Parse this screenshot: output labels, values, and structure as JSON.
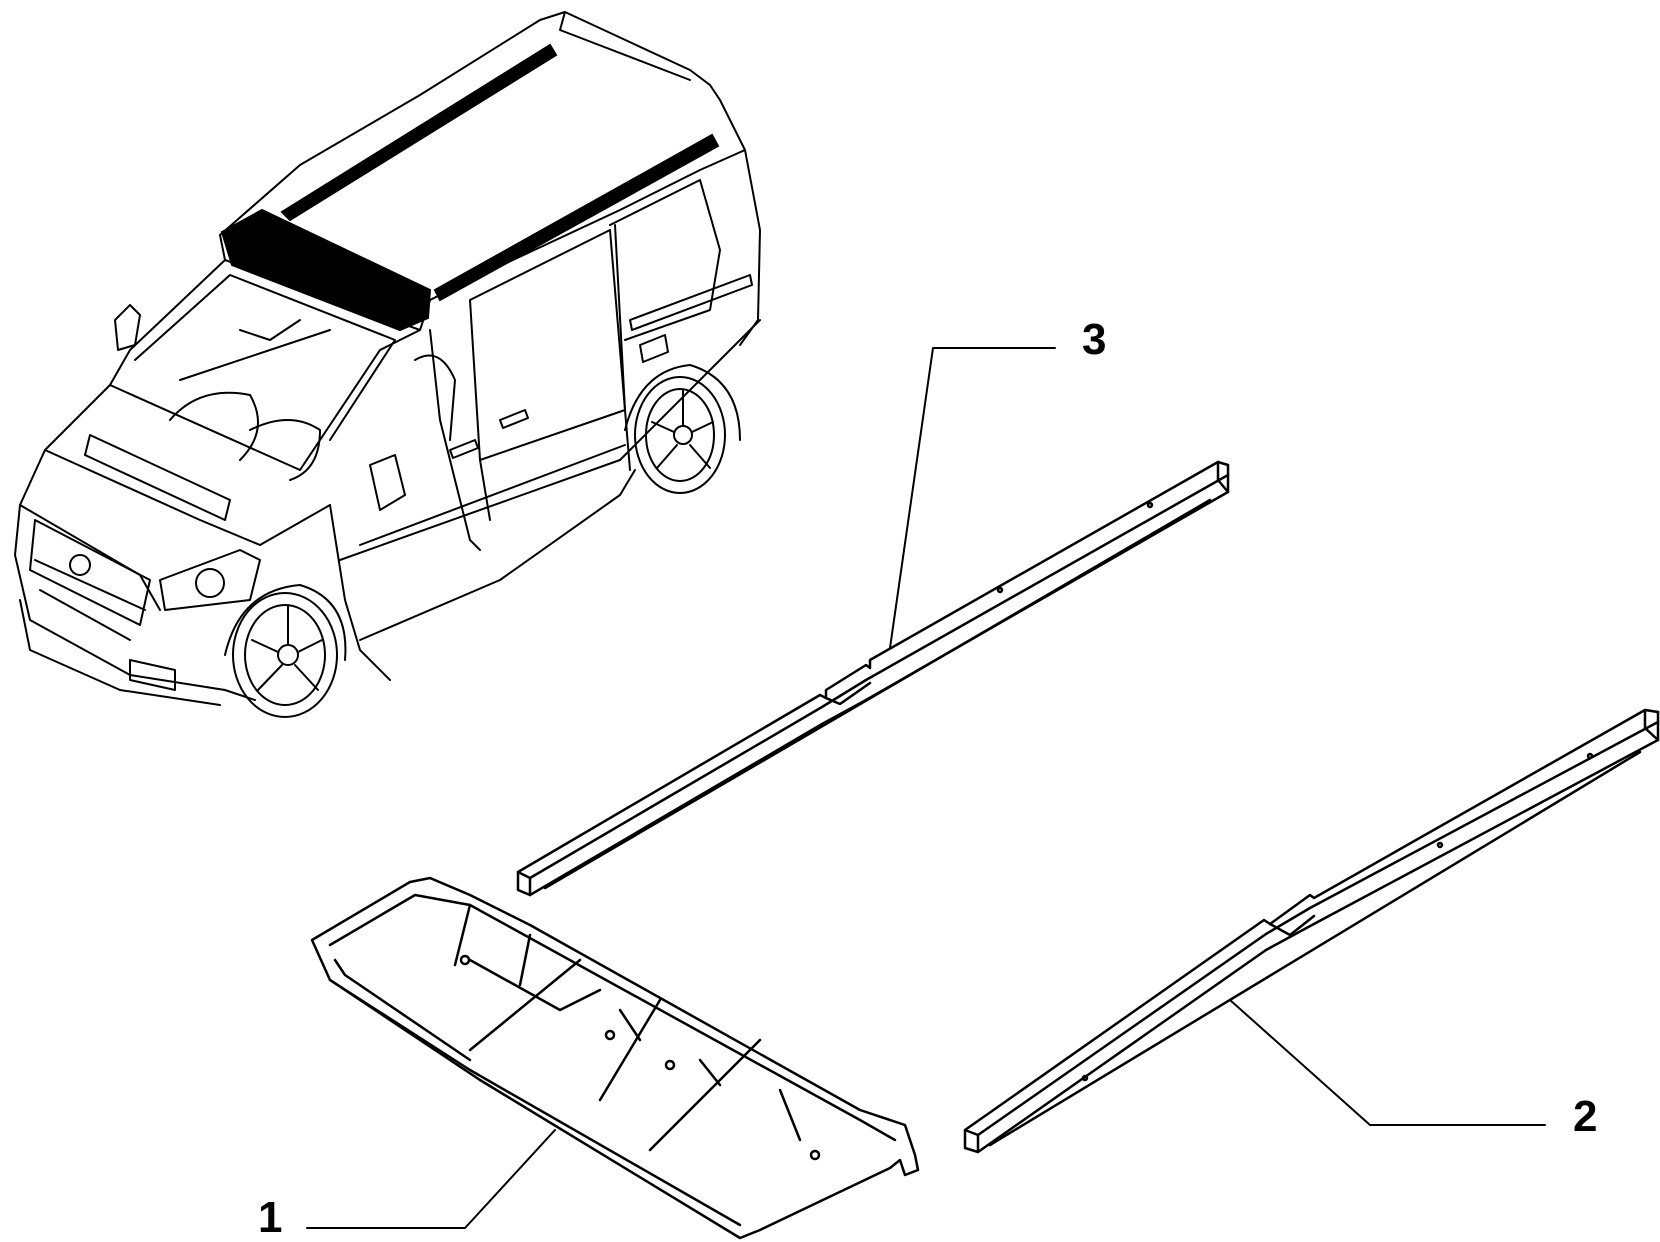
{
  "diagram": {
    "callouts": [
      {
        "id": "1",
        "label": "1",
        "part": "tray"
      },
      {
        "id": "2",
        "label": "2",
        "part": "lower-rail"
      },
      {
        "id": "3",
        "label": "3",
        "part": "upper-rail"
      }
    ],
    "colors": {
      "line": "#000000",
      "background": "#ffffff",
      "highlight": "#000000"
    },
    "icons": [
      "van-illustration-icon",
      "tray-part-icon",
      "rail-part-icon"
    ]
  }
}
